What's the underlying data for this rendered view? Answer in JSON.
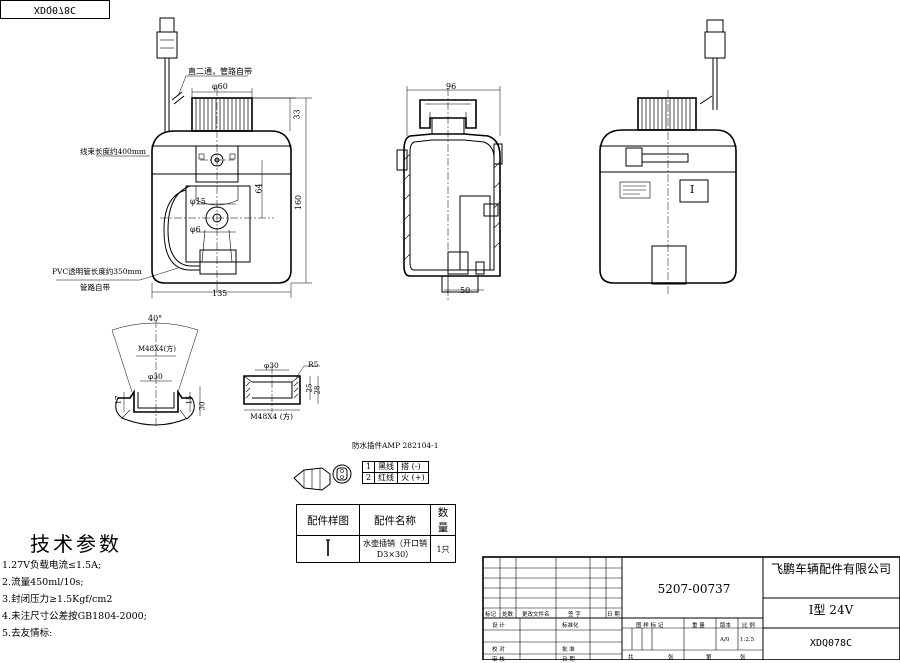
{
  "stamp_code": "XDQ078C",
  "front_view": {
    "note_tee": "直二通，管路自带",
    "note_harness": "线束长度约400mm",
    "note_pvc_line1": "PVC透明管长度约350mm",
    "note_pvc_line2": "管路自带",
    "dim_cap_dia": "φ60",
    "dim_cap_height": "33",
    "dim_height": "160",
    "dim_width": "135",
    "dim_64": "64",
    "dim_15": "φ15",
    "dim_6": "φ6"
  },
  "side_view": {
    "dim_top": "96",
    "dim_bottom": "50"
  },
  "rear_view": {
    "label_plate": "I"
  },
  "filler_detail": {
    "angle": "40°",
    "thread": "M48X4(方)",
    "dia": "φ30",
    "dim_17": "17",
    "dim_15": "15",
    "dim_30": "30"
  },
  "cap_detail": {
    "dia": "φ30",
    "radius": "R5",
    "dim_25": "25",
    "dim_28": "28",
    "thread": "M48X4 (方)"
  },
  "connector": {
    "title": "防水插件AMP 282104-1",
    "pins": [
      {
        "no": "1",
        "color": "黑线",
        "func": "搭 (-)"
      },
      {
        "no": "2",
        "color": "红线",
        "func": "火 (+)"
      }
    ]
  },
  "parts_table": {
    "headers": [
      "配件样图",
      "配件名称",
      "数量"
    ],
    "rows": [
      {
        "name_line1": "水壶插销（开口销",
        "name_line2": "D3×30）",
        "qty": "1只"
      }
    ]
  },
  "tech_params": {
    "heading": "技术参数",
    "items": [
      "1.27V负载电流≤1.5A;",
      "2.流量450ml/10s;",
      "3.封闭压力≥1.5Kgf/cm2",
      "4.未注尺寸公差按GB1804-2000;",
      "5.去友情标:"
    ]
  },
  "title_block": {
    "drawing_no": "5207-00737",
    "company": "飞鹏车辆配件有限公司",
    "model": "I型 24V",
    "code": "XDQ078C",
    "revision_headers": [
      "标记",
      "处数",
      "更改文件名",
      "签 字",
      "日 期"
    ],
    "row_design": [
      "设 计",
      "标准化"
    ],
    "row_check": [
      "校 对",
      "批 准"
    ],
    "row_review": [
      "审 核",
      "日 期"
    ],
    "stage_headers": [
      "图 样 标 记",
      "重 量",
      "版本",
      "比 例"
    ],
    "version": "A/0",
    "scale": "1:2.5",
    "sheet_row": [
      "共",
      "张",
      "第",
      "张"
    ]
  }
}
